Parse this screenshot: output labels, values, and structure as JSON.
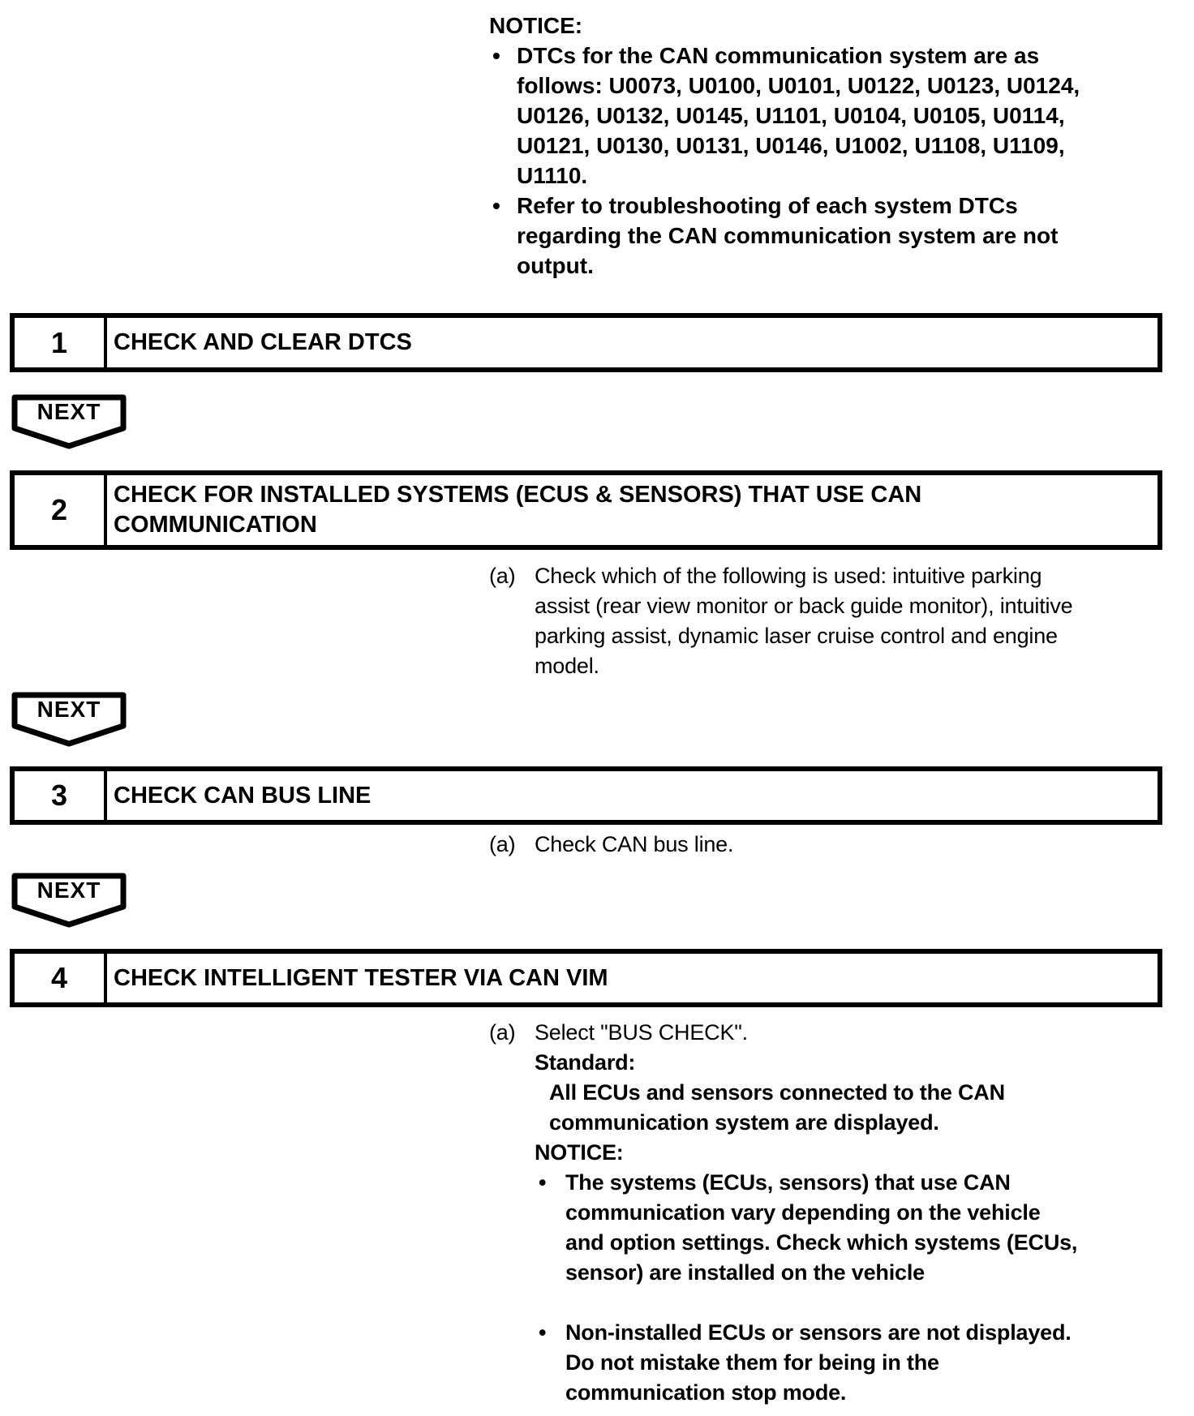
{
  "page": {
    "background": "#ffffff",
    "text_color": "#000000"
  },
  "notice_top": {
    "heading": "NOTICE:",
    "bullet_glyph": "•",
    "bullets": [
      "DTCs for the CAN communication system are as\nfollows: U0073, U0100, U0101, U0122, U0123, U0124,\nU0126, U0132, U0145, U1101, U0104, U0105, U0114,\nU0121, U0130, U0131, U0146, U1002, U1108, U1109,\nU1110.",
      "Refer to troubleshooting of each system DTCs\nregarding the CAN communication system are not\noutput."
    ]
  },
  "next_label": "NEXT",
  "steps": [
    {
      "number": "1",
      "title": "CHECK AND CLEAR DTCS"
    },
    {
      "number": "2",
      "title": "CHECK FOR INSTALLED SYSTEMS (ECUS & SENSORS) THAT USE CAN\nCOMMUNICATION"
    },
    {
      "number": "3",
      "title": "CHECK CAN BUS LINE"
    },
    {
      "number": "4",
      "title": "CHECK INTELLIGENT TESTER VIA CAN VIM"
    }
  ],
  "step2_item": {
    "marker": "(a)",
    "text": "Check which of the following is used: intuitive parking\nassist (rear view monitor or back guide monitor), intuitive\nparking assist, dynamic laser cruise control and engine\nmodel."
  },
  "step3_item": {
    "marker": "(a)",
    "text": "Check CAN bus line."
  },
  "step4_item": {
    "marker": "(a)",
    "text": "Select \"BUS CHECK\".",
    "standard_label": "Standard:",
    "standard_text": "All ECUs and sensors connected to the CAN\ncommunication system are displayed.",
    "notice_label": "NOTICE:",
    "bullet_glyph": "•",
    "bullets": [
      "The systems (ECUs, sensors) that use CAN\ncommunication vary depending on the vehicle\nand option settings. Check which systems (ECUs,\nsensor) are installed on the vehicle",
      "Non-installed ECUs or sensors are not displayed.\nDo not mistake them for being in the\ncommunication stop mode."
    ]
  }
}
